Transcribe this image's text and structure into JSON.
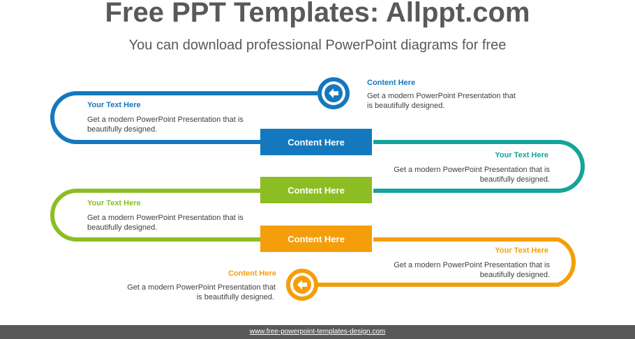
{
  "header": {
    "title": "Free PPT Templates: Allppt.com",
    "subtitle": "You can download professional PowerPoint diagrams for free"
  },
  "colors": {
    "blue": "#1478BE",
    "teal": "#13A49B",
    "green": "#8CBE23",
    "orange": "#F59E0B",
    "text": "#404040",
    "title": "#595959",
    "footer_bg": "#595959"
  },
  "icons": {
    "start": "arrow-left-icon",
    "end": "arrow-left-icon"
  },
  "boxes": [
    {
      "label": "Content  Here"
    },
    {
      "label": "Content  Here"
    },
    {
      "label": "Content  Here"
    }
  ],
  "start_note": {
    "heading": "Content  Here",
    "body_line1": "Get a modern PowerPoint  Presentation that",
    "body_line2": "is beautifully designed."
  },
  "end_note": {
    "heading": "Content  Here",
    "body_line1": "Get a modern PowerPoint  Presentation that",
    "body_line2": "is beautifully designed."
  },
  "loops": [
    {
      "heading": "Your Text Here",
      "body_line1": "Get a modern PowerPoint  Presentation that is",
      "body_line2": "beautifully designed."
    },
    {
      "heading": "Your Text Here",
      "body_line1": "Get a modern PowerPoint  Presentation that is",
      "body_line2": "beautifully designed."
    },
    {
      "heading": "Your Text Here",
      "body_line1": "Get a modern PowerPoint  Presentation that is",
      "body_line2": "beautifully designed."
    },
    {
      "heading": "Your Text Here",
      "body_line1": "Get a modern PowerPoint  Presentation that is",
      "body_line2": "beautifully designed."
    }
  ],
  "footer": {
    "url": "www.free-powerpoint-templates-design.com"
  }
}
